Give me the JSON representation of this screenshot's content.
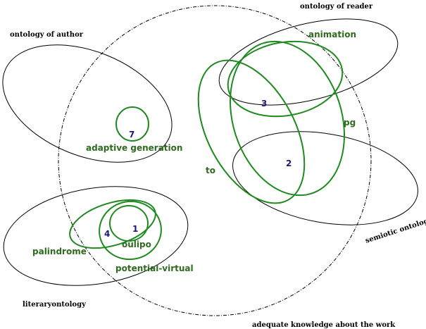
{
  "diagram": {
    "ontology_labels": {
      "author": "ontology of author",
      "reader": "ontology of reader",
      "semiotic": "semiotic ontology",
      "literary": "literaryontology",
      "adequate": "adequate knowledge about the work"
    },
    "concept_labels": {
      "animation": "animation",
      "pg": "pg",
      "to": "to",
      "adaptive_generation": "adaptive generation",
      "palindrome": "palindrome",
      "oulipo": "oulipo",
      "potential_virtual": "potential-virtual"
    },
    "numbers": {
      "n1": "1",
      "n2": "2",
      "n3": "3",
      "n4": "4",
      "n7": "7"
    },
    "colors": {
      "ontology_stroke": "#000000",
      "concept_stroke": "#1f8a1f",
      "concept_text": "#2e6b1e",
      "number_text": "#1a1a7a"
    }
  }
}
